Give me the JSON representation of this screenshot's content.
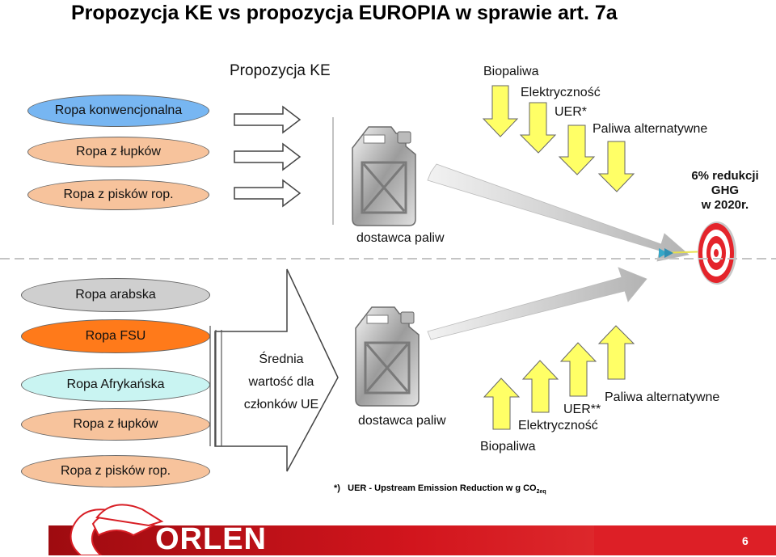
{
  "title": "Propozycja KE vs propozycja EUROPIA w sprawie art. 7a",
  "top": {
    "heading": "Propozycja KE",
    "sources": [
      "Ropa konwencjonalna",
      "Ropa z łupków",
      "Ropa z pisków rop."
    ],
    "supplier_label": "dostawca paliw",
    "measures": {
      "biofuels": "Biopaliwa",
      "electricity": "Elektryczność",
      "uer": "UER*",
      "alt_fuels": "Paliwa alternatywne"
    },
    "target": "6% redukcji GHG w 2020r.",
    "target_lines": [
      "6% redukcji",
      "GHG",
      "w 2020r."
    ]
  },
  "bottom": {
    "sources": [
      "Ropa arabska",
      "Ropa FSU",
      "Ropa Afrykańska",
      "Ropa z łupków",
      "Ropa z pisków rop."
    ],
    "average_lines": [
      "Średnia",
      "wartość dla",
      "członków UE"
    ],
    "supplier_label": "dostawca paliw",
    "measures": {
      "biofuels": "Biopaliwa",
      "electricity": "Elektryczność",
      "uer": "UER**",
      "alt_fuels": "Paliwa alternatywne"
    }
  },
  "footnote": {
    "marker": "*)",
    "text": "UER - Upstream Emission Reduction w g CO",
    "subscript": "2eq"
  },
  "footer": {
    "brand": "ORLEN",
    "page": "6"
  },
  "colors": {
    "arrow_yellow": "#ffff66",
    "conventional": "#77b6f2",
    "shale": "#f7c39c",
    "arab": "#cfcfcf",
    "fsu": "#ff7a1a",
    "african": "#c9f4f2",
    "brand_red": "#e8202a"
  }
}
